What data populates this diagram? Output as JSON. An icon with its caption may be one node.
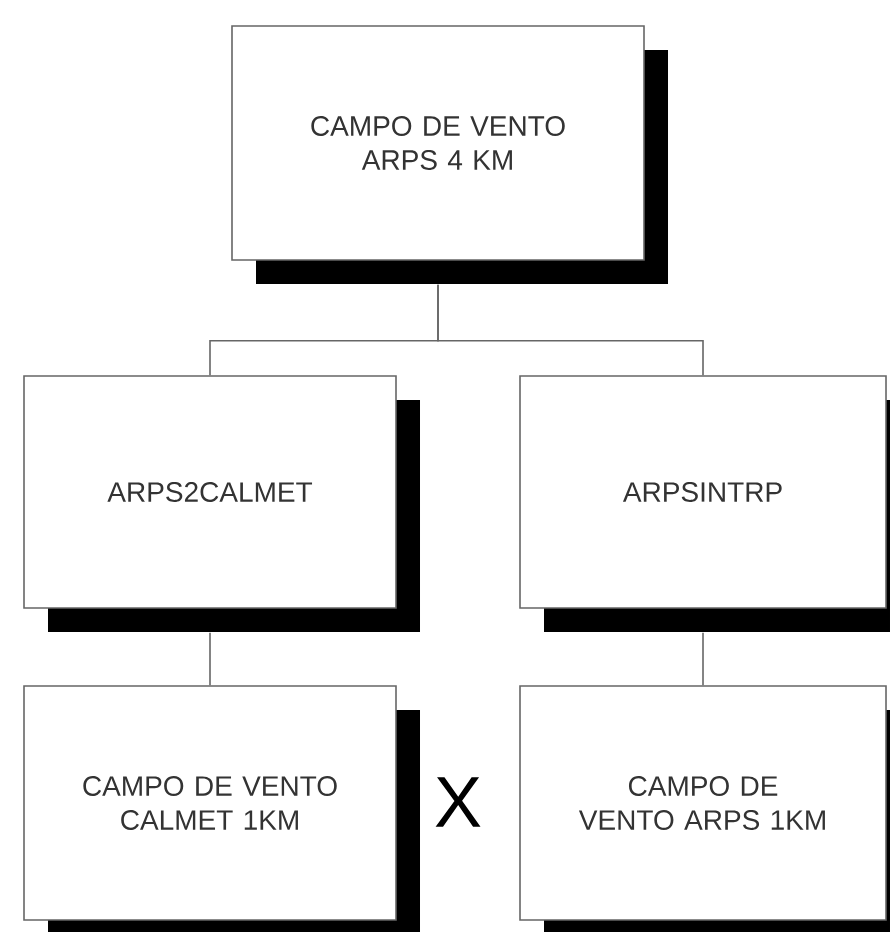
{
  "diagram": {
    "nodes": [
      {
        "text": [
          "CAMPO DE VENTO ARPS 4 KM"
        ]
      },
      {
        "text": [
          "ARPS2CALMET"
        ]
      },
      {
        "text": [
          "ARPSINTRP"
        ]
      },
      {
        "text": [
          "CAMPO DE VENTO CALMET 1KM"
        ]
      },
      {
        "text": [
          "CAMPO DE VENTO ARPS 1KM"
        ]
      }
    ],
    "edges": [
      {
        "from": 0,
        "to": 1,
        "arrow": "none"
      },
      {
        "from": 0,
        "to": 2,
        "arrow": "none"
      },
      {
        "from": 1,
        "to": 3,
        "arrow": "none"
      },
      {
        "from": 2,
        "to": 4,
        "arrow": "none"
      }
    ],
    "labels": [
      "X"
    ]
  }
}
